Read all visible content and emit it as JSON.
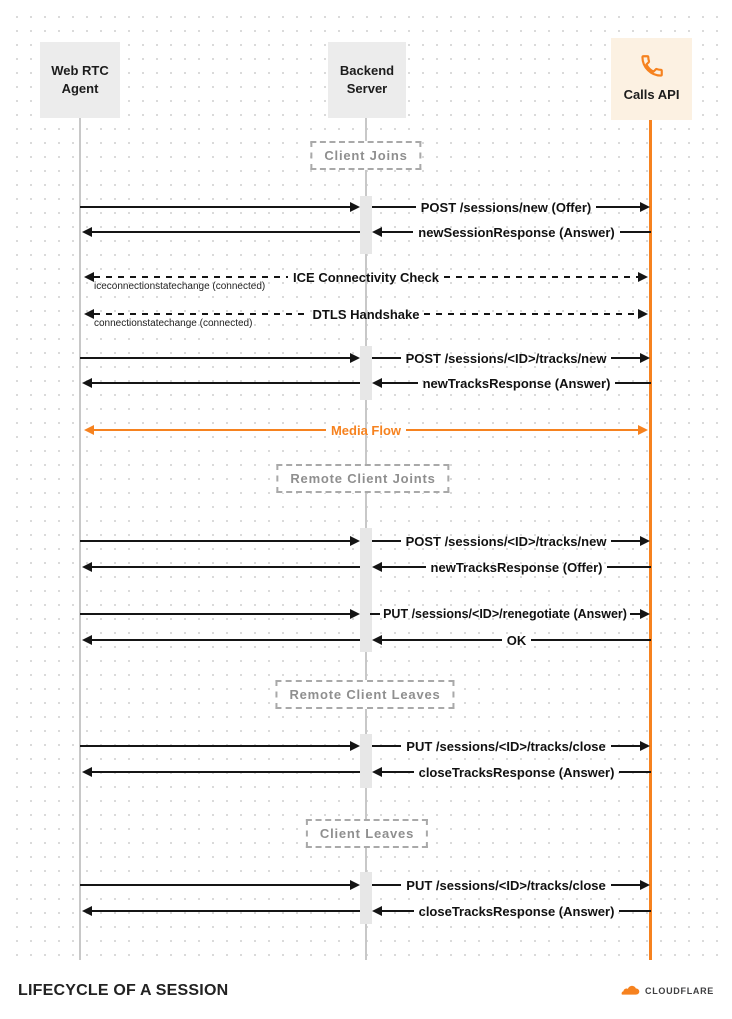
{
  "diagram": {
    "actors": {
      "webrtc": "Web RTC Agent",
      "backend": "Backend Server",
      "calls": "Calls API"
    },
    "sections": {
      "client_joins": "Client Joins",
      "remote_client_joins": "Remote Client Joints",
      "remote_client_leaves": "Remote Client Leaves",
      "client_leaves": "Client Leaves"
    },
    "messages": {
      "post_sessions_new": "POST /sessions/new (Offer)",
      "new_session_response": "newSessionResponse (Answer)",
      "ice_check": "ICE Connectivity Check",
      "ice_note": "iceconnectionstatechange (connected)",
      "dtls_handshake": "DTLS Handshake",
      "dtls_note": "connectionstatechange (connected)",
      "post_tracks_new_1": "POST /sessions/<ID>/tracks/new",
      "new_tracks_response_answer": "newTracksResponse (Answer)",
      "media_flow": "Media Flow",
      "post_tracks_new_2": "POST /sessions/<ID>/tracks/new",
      "new_tracks_response_offer": "newTracksResponse (Offer)",
      "put_renegotiate": "PUT /sessions/<ID>/renegotiate (Answer)",
      "ok": "OK",
      "put_tracks_close_1": "PUT /sessions/<ID>/tracks/close",
      "close_tracks_response_1": "closeTracksResponse (Answer)",
      "put_tracks_close_2": "PUT /sessions/<ID>/tracks/close",
      "close_tracks_response_2": "closeTracksResponse (Answer)"
    }
  },
  "footer": {
    "title": "LIFECYCLE OF A SESSION",
    "brand": "CLOUDFLARE"
  },
  "colors": {
    "accent": "#f6821f",
    "lifeline": "#c8c8c8",
    "arrow": "#151515",
    "calls_box_bg": "#fcf1e2",
    "actor_box_bg": "#ececec"
  },
  "icons": {
    "calls_api": "phone-icon",
    "brand": "cloudflare-cloud-icon"
  }
}
